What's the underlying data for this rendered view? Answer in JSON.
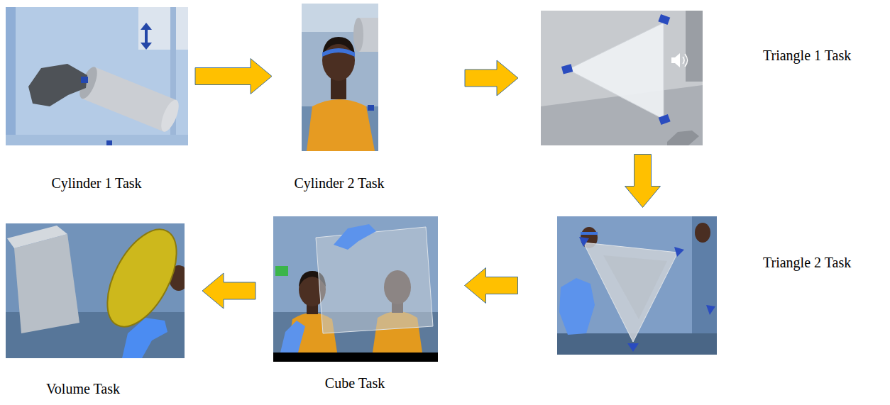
{
  "diagram": {
    "nodes": [
      {
        "text": [
          "Cylinder 1 Task"
        ]
      },
      {
        "text": [
          "Cylinder 2 Task"
        ]
      },
      {
        "text": [
          "Triangle 1 Task"
        ]
      },
      {
        "text": [
          "Triangle 2 Task"
        ]
      },
      {
        "text": [
          "Cube Task"
        ]
      },
      {
        "text": [
          "Volume Task"
        ]
      }
    ],
    "edges": [
      {
        "from": 0,
        "to": 1,
        "arrow": "to"
      },
      {
        "from": 1,
        "to": 2,
        "arrow": "to"
      },
      {
        "from": 2,
        "to": 3,
        "arrow": "to"
      },
      {
        "from": 3,
        "to": 4,
        "arrow": "to"
      },
      {
        "from": 4,
        "to": 5,
        "arrow": "to"
      }
    ]
  }
}
